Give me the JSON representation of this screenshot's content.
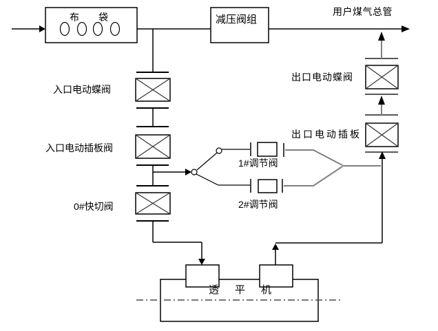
{
  "diagram_type": "gas-pipeline-turbine-process-diagram",
  "labels": {
    "bag_filter": "布袋",
    "pressure_reducing_group": "减压阀组",
    "user_gas_main": "用户煤气总管",
    "inlet_butterfly_valve": "入口电动蝶阀",
    "inlet_gate_valve": "入口电动插板阀",
    "quick_cut_valve": "0#快切阀",
    "regulating_valve_1": "1#调节阀",
    "regulating_valve_2": "2#调节阀",
    "outlet_butterfly_valve": "出口电动蝶阀",
    "outlet_gate_valve": "出口电动插板",
    "turbine": "透平机"
  },
  "colors": {
    "primary_line": "#000000",
    "secondary_line": "#7f7f7f",
    "flange_right": "#565656",
    "background": "#ffffff"
  }
}
